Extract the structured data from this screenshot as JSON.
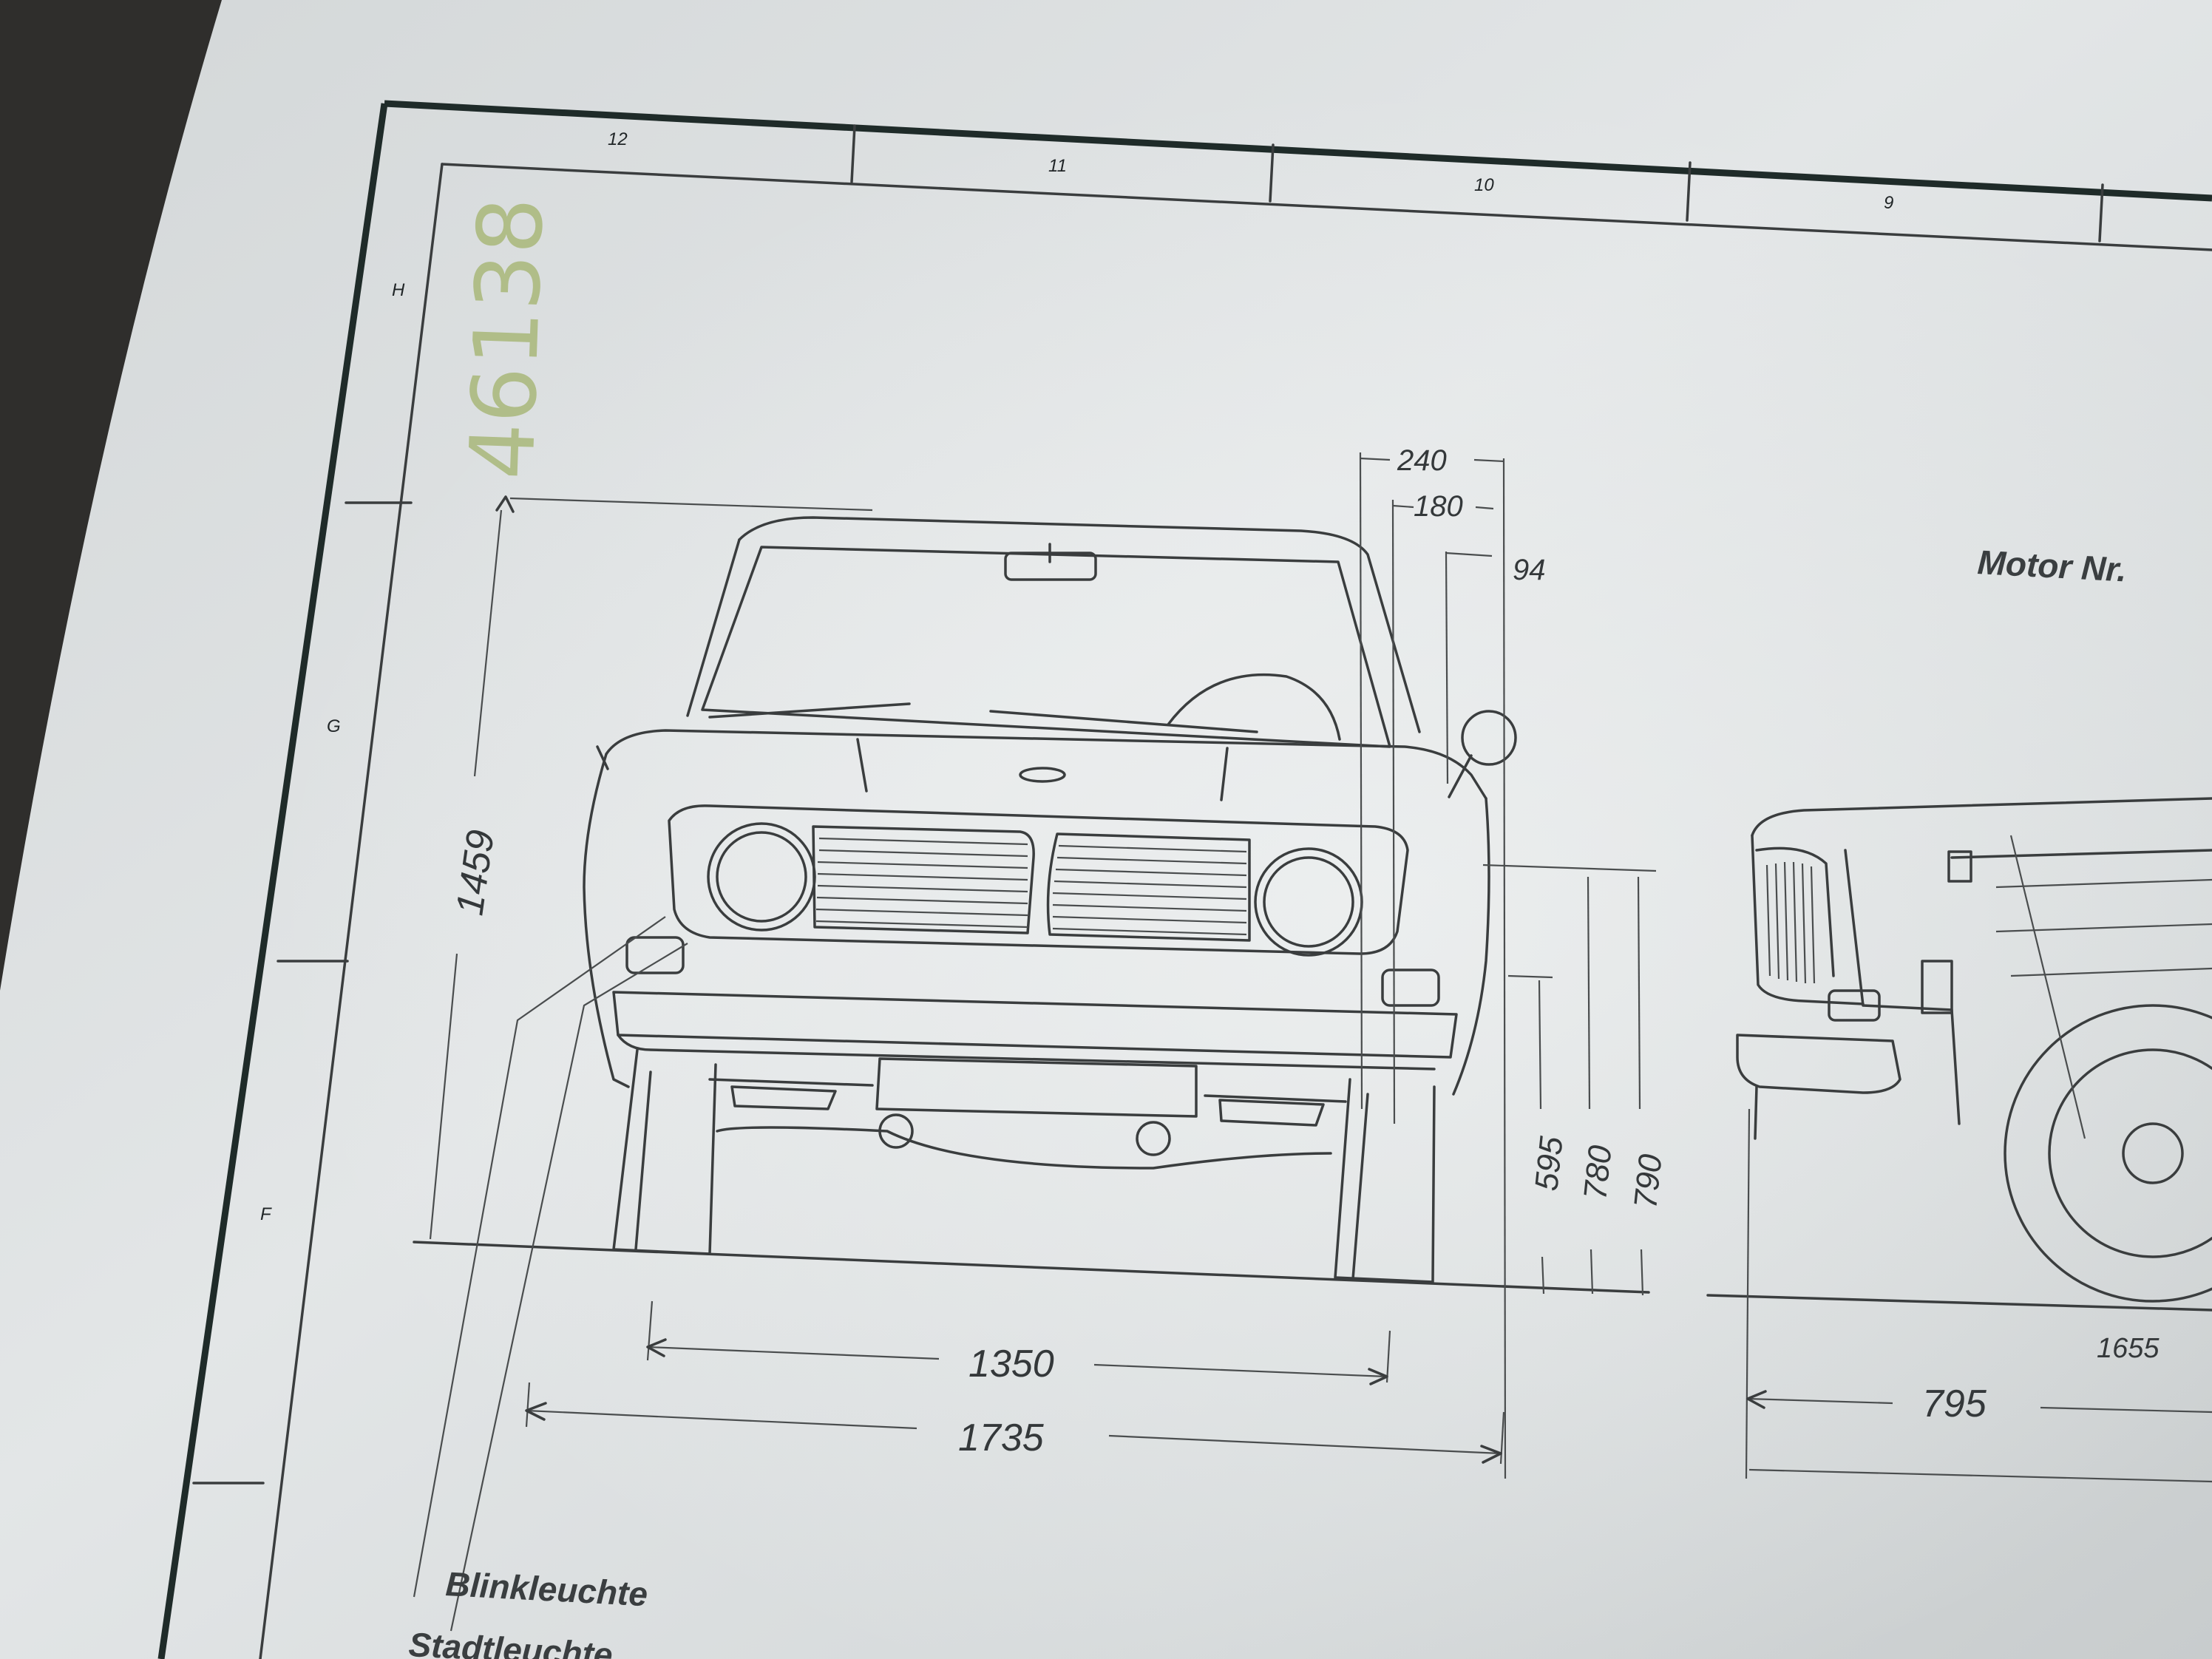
{
  "title_stamp": "46138",
  "zone_numbers": [
    "12",
    "11",
    "10",
    "9"
  ],
  "side_marks": [
    "H",
    "G",
    "F"
  ],
  "dimensions": {
    "overall_height": "1459",
    "track": "1350",
    "overall_width": "1735",
    "mirror_offset_1": "240",
    "mirror_offset_2": "180",
    "mirror_offset_3": "94",
    "lamp_height": "595",
    "headlamp_height_1": "780",
    "headlamp_height_2": "790",
    "side_view_front": "795",
    "side_view_partial": "1655"
  },
  "labels": {
    "motor": "Motor Nr.",
    "turn_signal": "Blinkleuchte",
    "position_light": "Stadtleuchte"
  },
  "colors": {
    "paper": "#d9dcdd",
    "ink": "#3a3d3e",
    "stamp": "#a9b87a",
    "frame": "#1f2b29",
    "background": "#2f2e2c"
  }
}
